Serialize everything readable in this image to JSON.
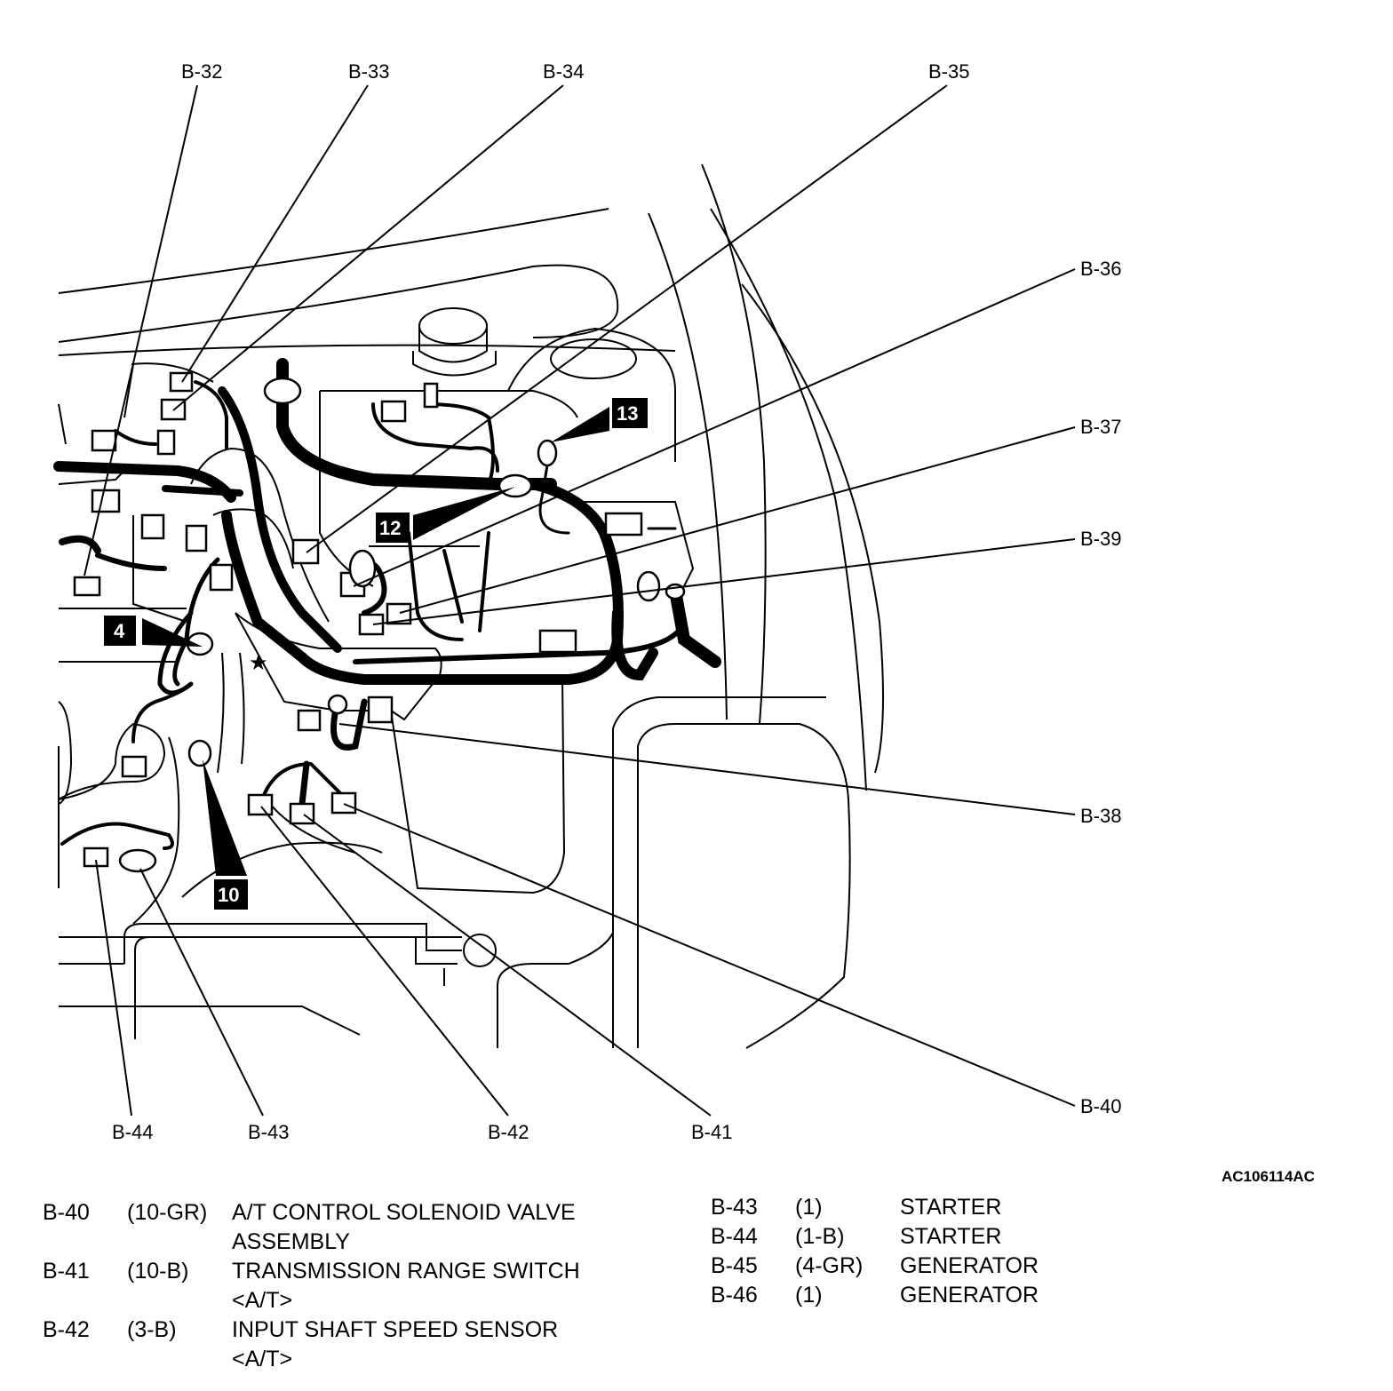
{
  "callouts": {
    "b32": "B-32",
    "b33": "B-33",
    "b34": "B-34",
    "b35": "B-35",
    "b36": "B-36",
    "b37": "B-37",
    "b39": "B-39",
    "b38": "B-38",
    "b40": "B-40",
    "b41": "B-41",
    "b42": "B-42",
    "b43": "B-43",
    "b44": "B-44"
  },
  "badges": {
    "b4": "4",
    "b10": "10",
    "b12": "12",
    "b13": "13"
  },
  "figure_code": "AC106114AC",
  "legend_left": [
    {
      "id": "B-40",
      "spec": "(10-GR)",
      "desc": [
        "A/T CONTROL SOLENOID VALVE",
        "ASSEMBLY"
      ]
    },
    {
      "id": "B-41",
      "spec": "(10-B)",
      "desc": [
        "TRANSMISSION RANGE SWITCH",
        "<A/T>"
      ]
    },
    {
      "id": "B-42",
      "spec": "(3-B)",
      "desc": [
        "INPUT SHAFT SPEED SENSOR",
        "<A/T>"
      ]
    }
  ],
  "legend_right": [
    {
      "id": "B-43",
      "spec": "(1)",
      "desc": "STARTER"
    },
    {
      "id": "B-44",
      "spec": "(1-B)",
      "desc": "STARTER"
    },
    {
      "id": "B-45",
      "spec": "(4-GR)",
      "desc": "GENERATOR"
    },
    {
      "id": "B-46",
      "spec": "(1)",
      "desc": "GENERATOR"
    }
  ],
  "colors": {
    "ink": "#000000",
    "paper": "#ffffff"
  }
}
